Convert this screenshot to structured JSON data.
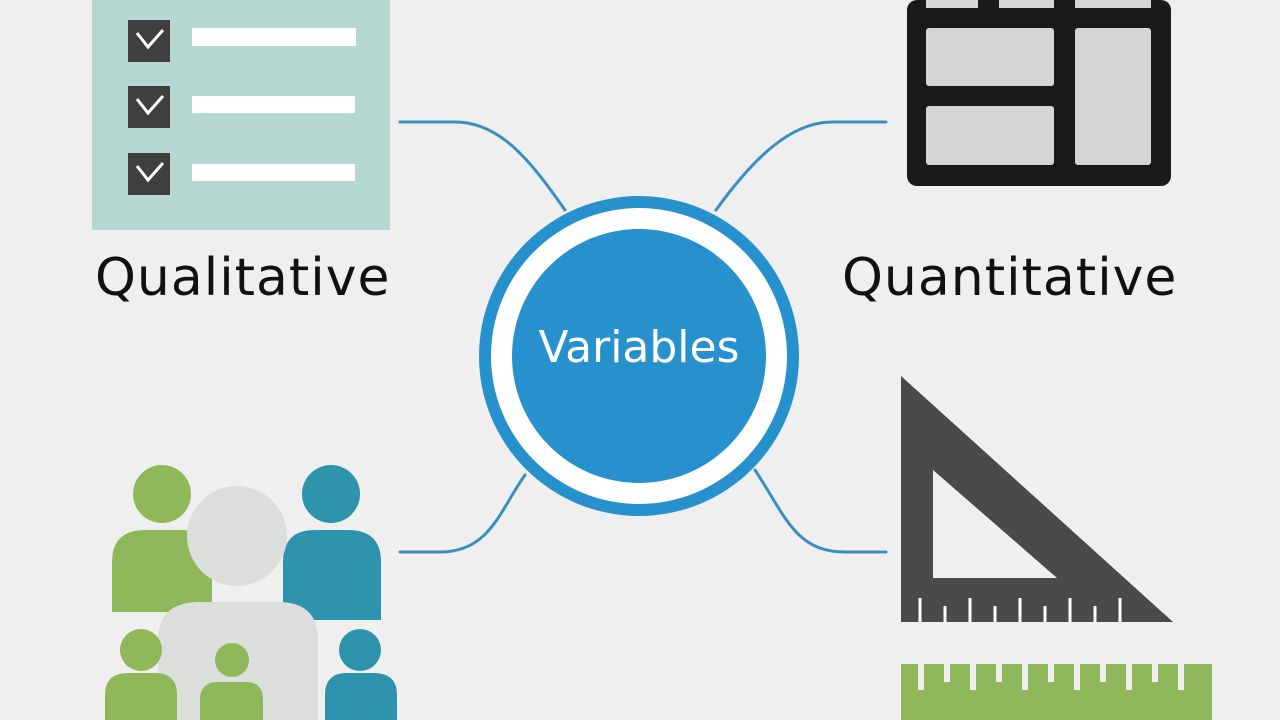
{
  "center": {
    "label": "Variables"
  },
  "branches": {
    "qualitative": {
      "label": "Qualitative"
    },
    "quantitative": {
      "label": "Quantitative"
    }
  },
  "icons": [
    "checklist-icon",
    "grid-table-icon",
    "people-group-icon",
    "set-square-ruler-icon"
  ],
  "colors": {
    "background": "#efefef",
    "accent_blue": "#2791cd",
    "connector": "#3a8fc0",
    "checklist_panel": "#b6d8d2",
    "green": "#8fb85a",
    "teal": "#2e94ad",
    "dark": "#1a1a1a",
    "ruler_gray": "#4a4a4a"
  }
}
